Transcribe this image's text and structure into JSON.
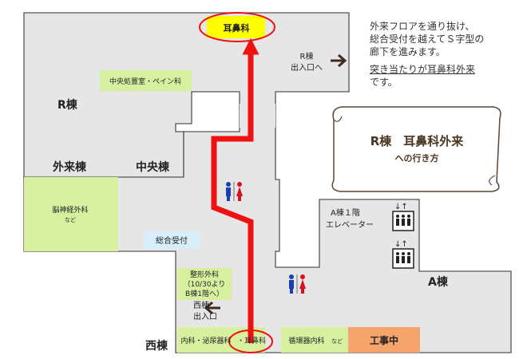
{
  "rooms": {
    "ent": "耳鼻科",
    "pain": "中央処置室・ペイン科",
    "neuro": "脳神経外科",
    "neuro_sub": "など",
    "reception": "総合受付",
    "ortho_l1": "整形外科",
    "ortho_l2": "（10/30より",
    "ortho_l3": "B棟1階へ）",
    "internal": "内科・泌尿器科",
    "internal_ent": "・耳鼻科",
    "cardio": "循環器内科",
    "cardio_sub": "など",
    "construction": "工事中"
  },
  "buildings": {
    "r": "R棟",
    "gairai": "外来棟",
    "chuo": "中央棟",
    "a": "A棟",
    "nishi": "西棟"
  },
  "exits": {
    "r_line1": "R棟",
    "r_line2": "出入口へ",
    "nishi_line1": "西棟",
    "nishi_line2": "出入口"
  },
  "elevator": {
    "line1": "A棟１階",
    "line2": "エレベーター"
  },
  "scroll": {
    "title": "R棟　耳鼻科外来",
    "subtitle": "への行き方"
  },
  "instructions": {
    "line1": "外来フロアを通り抜け、",
    "line2": "総合受付を越えてＳ字型の",
    "line3": "廊下を進みます。",
    "link_line1": "突き当たりが耳鼻科外来",
    "line5": "です。"
  },
  "colors": {
    "floor": "#e6e6e6",
    "wall": "#555555",
    "route": "#ee1111",
    "dept": "#d7f0a0",
    "reception": "#d8eefa",
    "ent": "#ffff00",
    "construction": "#f5a46b",
    "arrow": "#3d2b1f",
    "scroll_text": "#4a3520"
  },
  "icons": [
    "restroom-icon",
    "elevator-icon",
    "arrow-right-icon",
    "arrow-left-icon"
  ]
}
